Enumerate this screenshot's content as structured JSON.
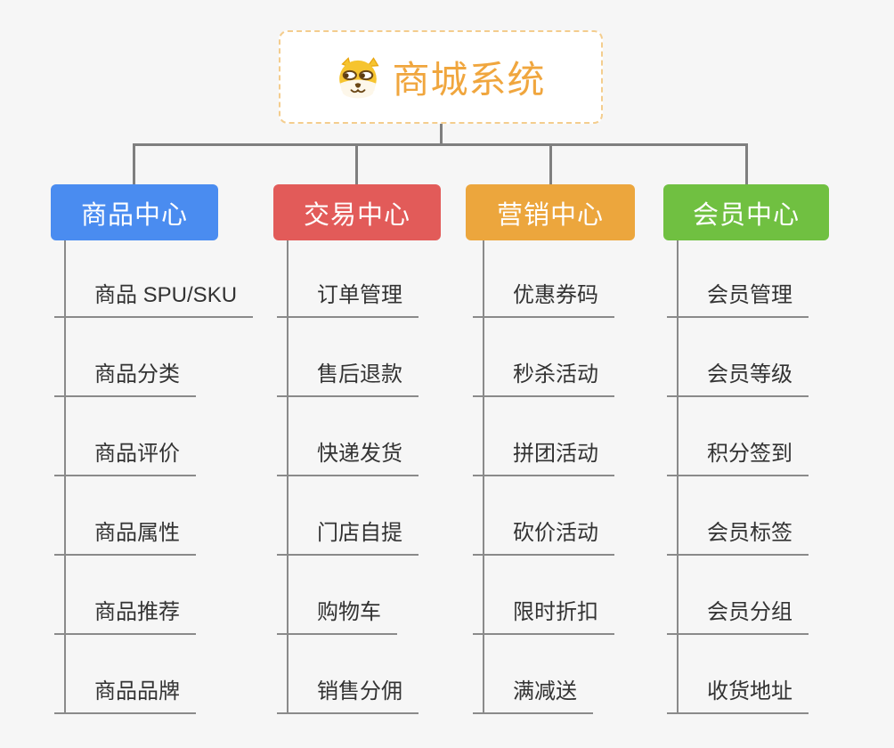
{
  "root": {
    "title": "商城系统",
    "icon": "shiba-dog-icon"
  },
  "branches": [
    {
      "label": "商品中心",
      "color": "#4a8cf0",
      "children": [
        "商品 SPU/SKU",
        "商品分类",
        "商品评价",
        "商品属性",
        "商品推荐",
        "商品品牌"
      ]
    },
    {
      "label": "交易中心",
      "color": "#e25b59",
      "children": [
        "订单管理",
        "售后退款",
        "快递发货",
        "门店自提",
        "购物车",
        "销售分佣"
      ]
    },
    {
      "label": "营销中心",
      "color": "#eca63d",
      "children": [
        "优惠券码",
        "秒杀活动",
        "拼团活动",
        "砍价活动",
        "限时折扣",
        "满减送"
      ]
    },
    {
      "label": "会员中心",
      "color": "#70c041",
      "children": [
        "会员管理",
        "会员等级",
        "积分签到",
        "会员标签",
        "会员分组",
        "收货地址"
      ]
    }
  ],
  "style": {
    "background": "#f6f6f6",
    "root_text": "#f0a63e",
    "root_border": "#f4cd8e",
    "connector": "#7f7f7f",
    "leaf_line": "#8a8a8a",
    "leaf_text": "#333333"
  }
}
